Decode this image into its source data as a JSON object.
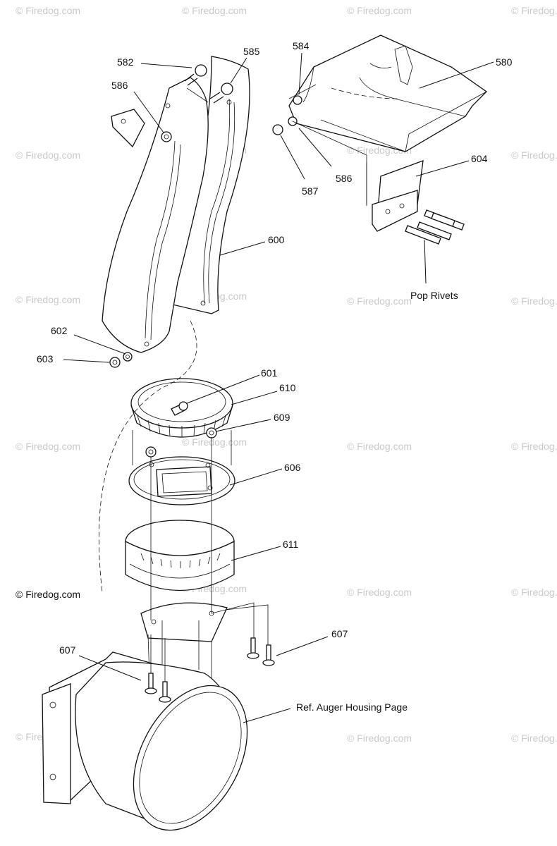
{
  "watermark": "© Firedog.com",
  "copyright": "© Firedog.com",
  "parts": {
    "p580": "580",
    "p582": "582",
    "p584": "584",
    "p585": "585",
    "p586a": "586",
    "p586b": "586",
    "p587": "587",
    "p600": "600",
    "p601": "601",
    "p602": "602",
    "p603": "603",
    "p604": "604",
    "p606": "606",
    "p607a": "607",
    "p607b": "607",
    "p609": "609",
    "p610": "610",
    "p611": "611"
  },
  "notes": {
    "pop_rivets": "Pop Rivets",
    "ref_auger": "Ref. Auger Housing Page"
  }
}
